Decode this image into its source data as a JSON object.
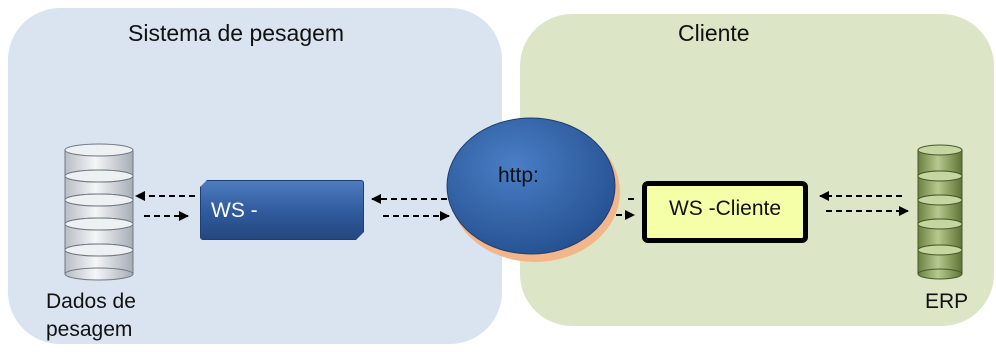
{
  "regions": {
    "weighing_system": {
      "title": "Sistema de pesagem"
    },
    "client": {
      "title": "Cliente"
    }
  },
  "nodes": {
    "weighing_db": {
      "label_line1": "Dados de",
      "label_line2": "pesagem"
    },
    "ws_server": {
      "label": "WS -"
    },
    "http": {
      "label": "http:"
    },
    "ws_client": {
      "label": "WS -Cliente"
    },
    "erp_db": {
      "label": "ERP"
    }
  },
  "colors": {
    "left_region": "#dae3f0",
    "right_region": "#dce6c6",
    "ws_server": "#2f5a9c",
    "http_ellipse": "#2f5a9c",
    "http_shadow": "#f3b58a",
    "ws_client_fill": "#f5ffa8",
    "db_left": "#d8dde4",
    "db_right": "#8aa05a"
  },
  "edges": [
    {
      "from": "ws_server",
      "to": "weighing_db",
      "style": "dashed",
      "direction": "bidirectional"
    },
    {
      "from": "http",
      "to": "ws_server",
      "style": "dashed",
      "direction": "bidirectional"
    },
    {
      "from": "http",
      "to": "ws_client",
      "style": "dashed",
      "direction": "bidirectional"
    },
    {
      "from": "ws_client",
      "to": "erp_db",
      "style": "dashed",
      "direction": "bidirectional"
    }
  ]
}
